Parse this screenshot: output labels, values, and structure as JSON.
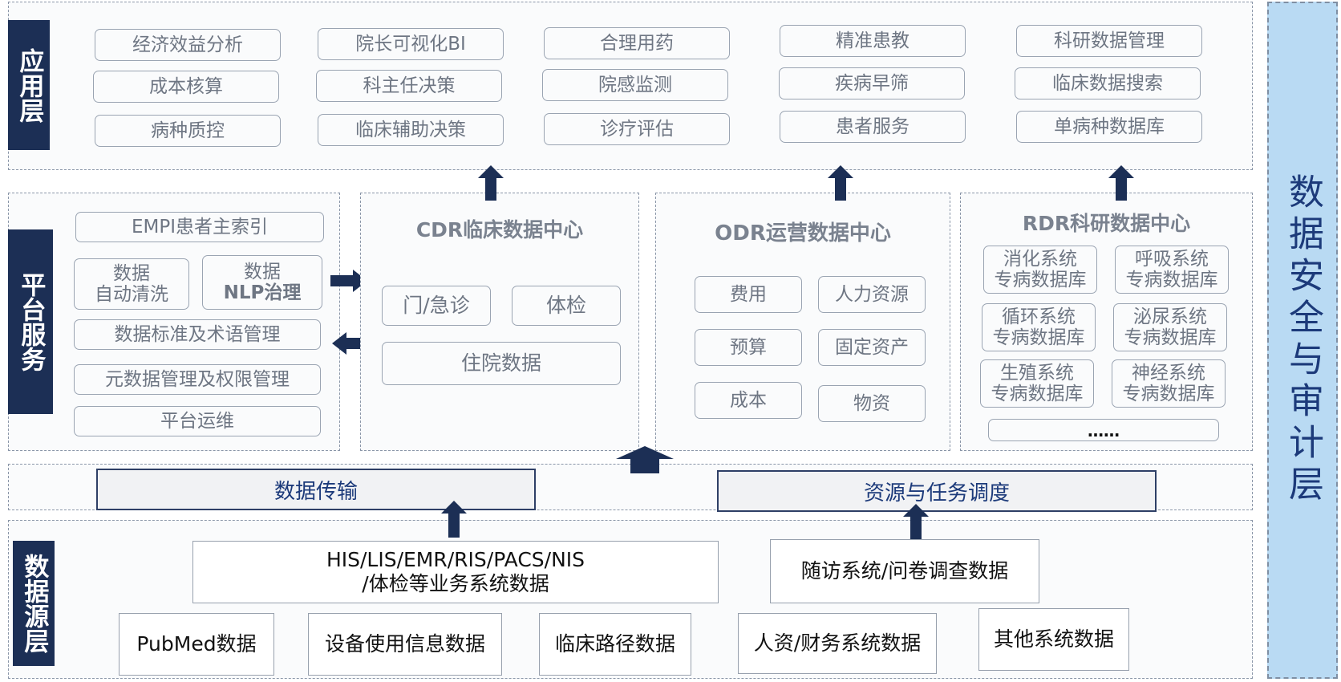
{
  "layers": {
    "application": "应用层",
    "platform": "平台服务",
    "source": "数据源层",
    "security": "数据安全与审计层"
  },
  "application": {
    "columns": [
      [
        "经济效益分析",
        "成本核算",
        "病种质控"
      ],
      [
        "院长可视化BI",
        "科主任决策",
        "临床辅助决策"
      ],
      [
        "合理用药",
        "院感监测",
        "诊疗评估"
      ],
      [
        "精准患教",
        "疾病早筛",
        "患者服务"
      ],
      [
        "科研数据管理",
        "临床数据搜索",
        "单病种数据库"
      ]
    ]
  },
  "platform": {
    "empi": "EMPI患者主索引",
    "clean_l1": "数据",
    "clean_l2": "自动清洗",
    "nlp_l1": "数据",
    "nlp_l2": "NLP治理",
    "standards": "数据标准及术语管理",
    "metadata": "元数据管理及权限管理",
    "ops": "平台运维"
  },
  "cdr": {
    "title": "CDR临床数据中心",
    "items": [
      "门/急诊",
      "体检",
      "住院数据"
    ]
  },
  "odr": {
    "title": "ODR运营数据中心",
    "items": [
      "费用",
      "人力资源",
      "预算",
      "固定资产",
      "成本",
      "物资"
    ]
  },
  "rdr": {
    "title": "RDR科研数据中心",
    "items": [
      {
        "l1": "消化系统",
        "l2": "专病数据库"
      },
      {
        "l1": "呼吸系统",
        "l2": "专病数据库"
      },
      {
        "l1": "循环系统",
        "l2": "专病数据库"
      },
      {
        "l1": "泌尿系统",
        "l2": "专病数据库"
      },
      {
        "l1": "生殖系统",
        "l2": "专病数据库"
      },
      {
        "l1": "神经系统",
        "l2": "专病数据库"
      }
    ],
    "more": "……"
  },
  "transport": {
    "data_transfer": "数据传输",
    "scheduling": "资源与任务调度"
  },
  "sources": {
    "business_l1": "HIS/LIS/EMR/RIS/PACS/NIS",
    "business_l2": "/体检等业务系统数据",
    "followup": "随访系统/问卷调查数据",
    "pubmed": "PubMed数据",
    "device": "设备使用信息数据",
    "pathway": "临床路径数据",
    "hr_finance": "人资/财务系统数据",
    "other": "其他系统数据"
  },
  "colors": {
    "dark_navy": "#1c2f55",
    "security_bg": "#b9daf3",
    "pill_text": "#6e7683",
    "band_text": "#1c3a7a"
  }
}
